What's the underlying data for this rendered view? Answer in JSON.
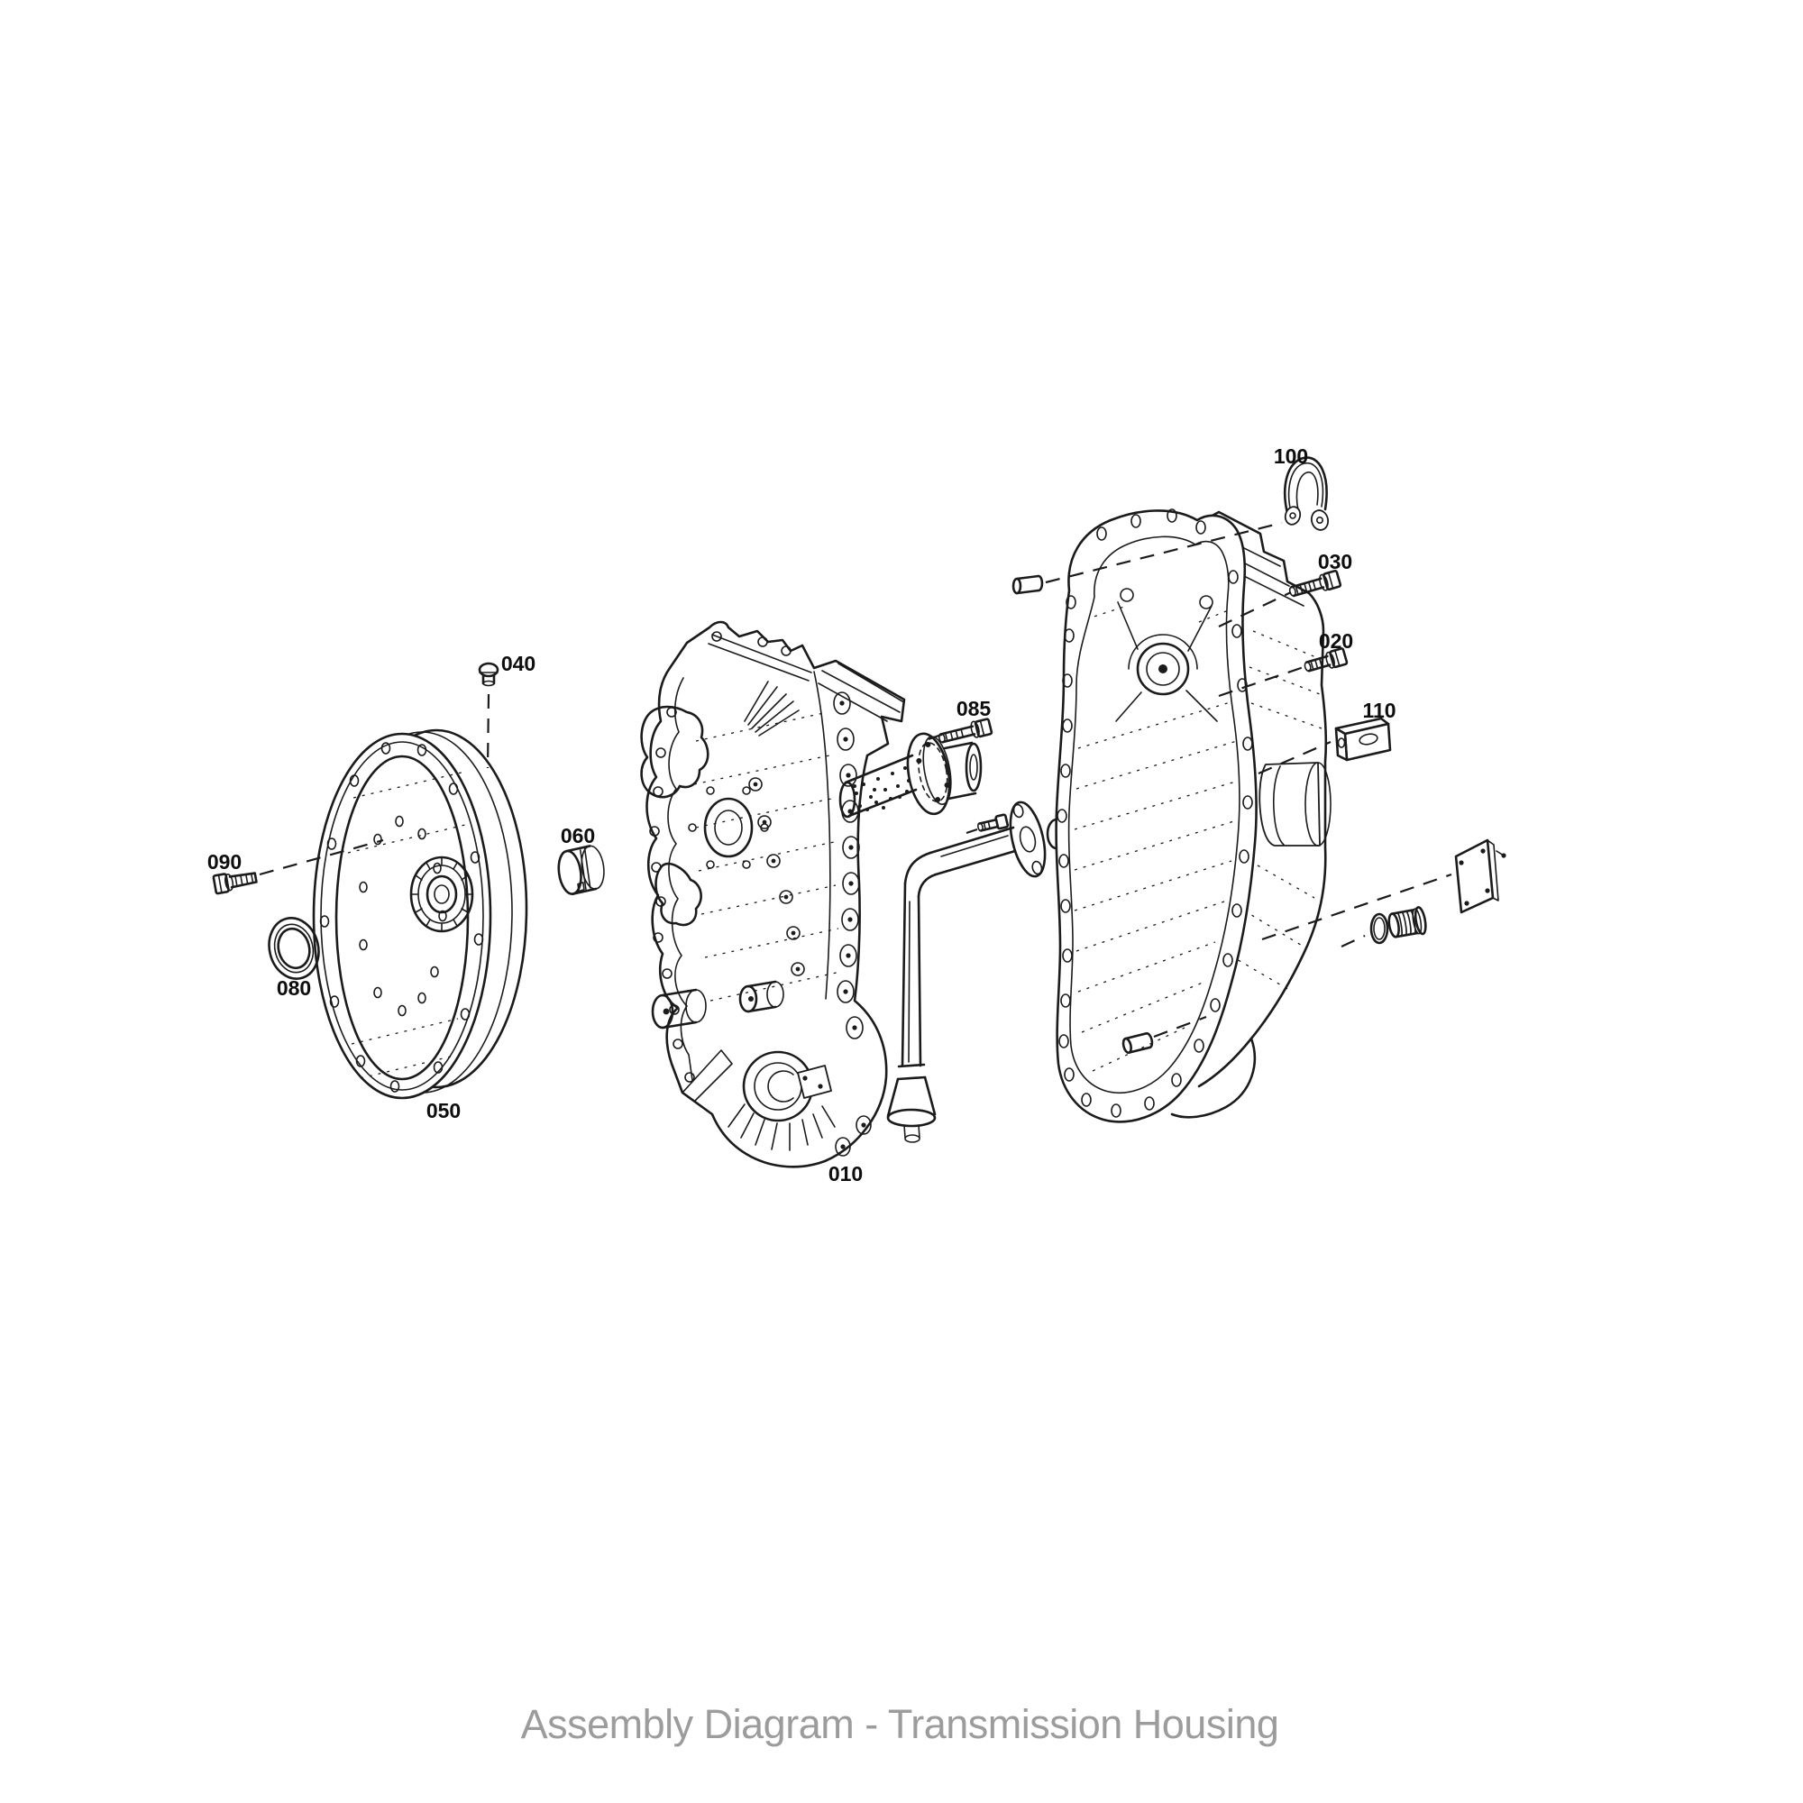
{
  "page": {
    "background_color": "#ffffff",
    "artwork": {
      "line_color": "#1b1b1b",
      "style": "exploded-parts-line-drawing"
    },
    "caption": {
      "text": "Assembly Diagram - Transmission Housing",
      "color": "#9c9c9c"
    },
    "labels": [
      {
        "part": "front-housing-cover",
        "text": "010"
      },
      {
        "part": "hex-bolt-short",
        "text": "020"
      },
      {
        "part": "hex-bolt-long",
        "text": "030"
      },
      {
        "part": "breather-plug",
        "text": "040"
      },
      {
        "part": "bell-housing",
        "text": "050"
      },
      {
        "part": "bearing-shell",
        "text": "060"
      },
      {
        "part": "shaft-seal-ring",
        "text": "080"
      },
      {
        "part": "flange-hex-bolt",
        "text": "085"
      },
      {
        "part": "hex-bolt-front",
        "text": "090"
      },
      {
        "part": "retaining-clamp",
        "text": "100"
      },
      {
        "part": "clamping-bracket",
        "text": "110"
      }
    ],
    "unlabeled_parts": [
      "input-flange-shaft",
      "oil-suction-pipe",
      "pipe-flange-bolt",
      "pipe-o-ring",
      "rear-housing",
      "dowel-pin-upper",
      "dowel-pin-lower",
      "screw-plug",
      "plug-o-ring",
      "shim-plate"
    ]
  }
}
